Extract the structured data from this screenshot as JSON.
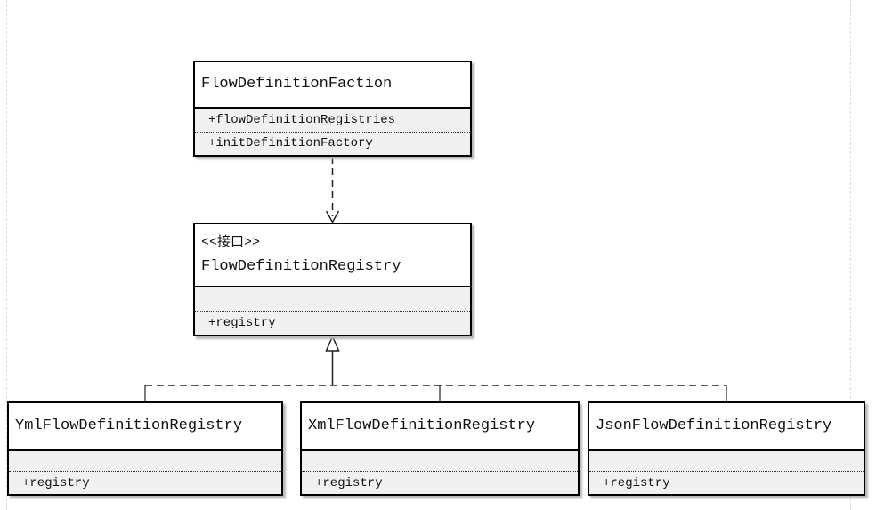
{
  "canvas": {
    "background": "#ffffff",
    "page_guide_color": "#dcdcdc"
  },
  "colors": {
    "box_border": "#000000",
    "title_fill": "#ffffff",
    "members_fill": "#f0f0f0",
    "shadow": "#b9b9b9",
    "connector": "#222222",
    "text": "#111111"
  },
  "diagram": {
    "classes": [
      {
        "name": "FlowDefinitionFaction",
        "stereotype": "",
        "members": [
          "+flowDefinitionRegistries",
          "+initDefinitionFactory"
        ]
      },
      {
        "name": "FlowDefinitionRegistry",
        "stereotype": "<<接口>>",
        "members": [
          "+registry"
        ]
      },
      {
        "name": "YmlFlowDefinitionRegistry",
        "stereotype": "",
        "members": [
          "+registry"
        ]
      },
      {
        "name": "XmlFlowDefinitionRegistry",
        "stereotype": "",
        "members": [
          "+registry"
        ]
      },
      {
        "name": "JsonFlowDefinitionRegistry",
        "stereotype": "",
        "members": [
          "+registry"
        ]
      }
    ],
    "relations": [
      {
        "type": "dependency",
        "from": "FlowDefinitionFaction",
        "to": "FlowDefinitionRegistry",
        "line": "dashed",
        "arrowhead": "open"
      },
      {
        "type": "realization",
        "from": "YmlFlowDefinitionRegistry",
        "to": "FlowDefinitionRegistry",
        "line": "dashed",
        "arrowhead": "hollow-triangle"
      },
      {
        "type": "realization",
        "from": "XmlFlowDefinitionRegistry",
        "to": "FlowDefinitionRegistry",
        "line": "dashed",
        "arrowhead": "hollow-triangle"
      },
      {
        "type": "realization",
        "from": "JsonFlowDefinitionRegistry",
        "to": "FlowDefinitionRegistry",
        "line": "dashed",
        "arrowhead": "hollow-triangle"
      }
    ]
  }
}
